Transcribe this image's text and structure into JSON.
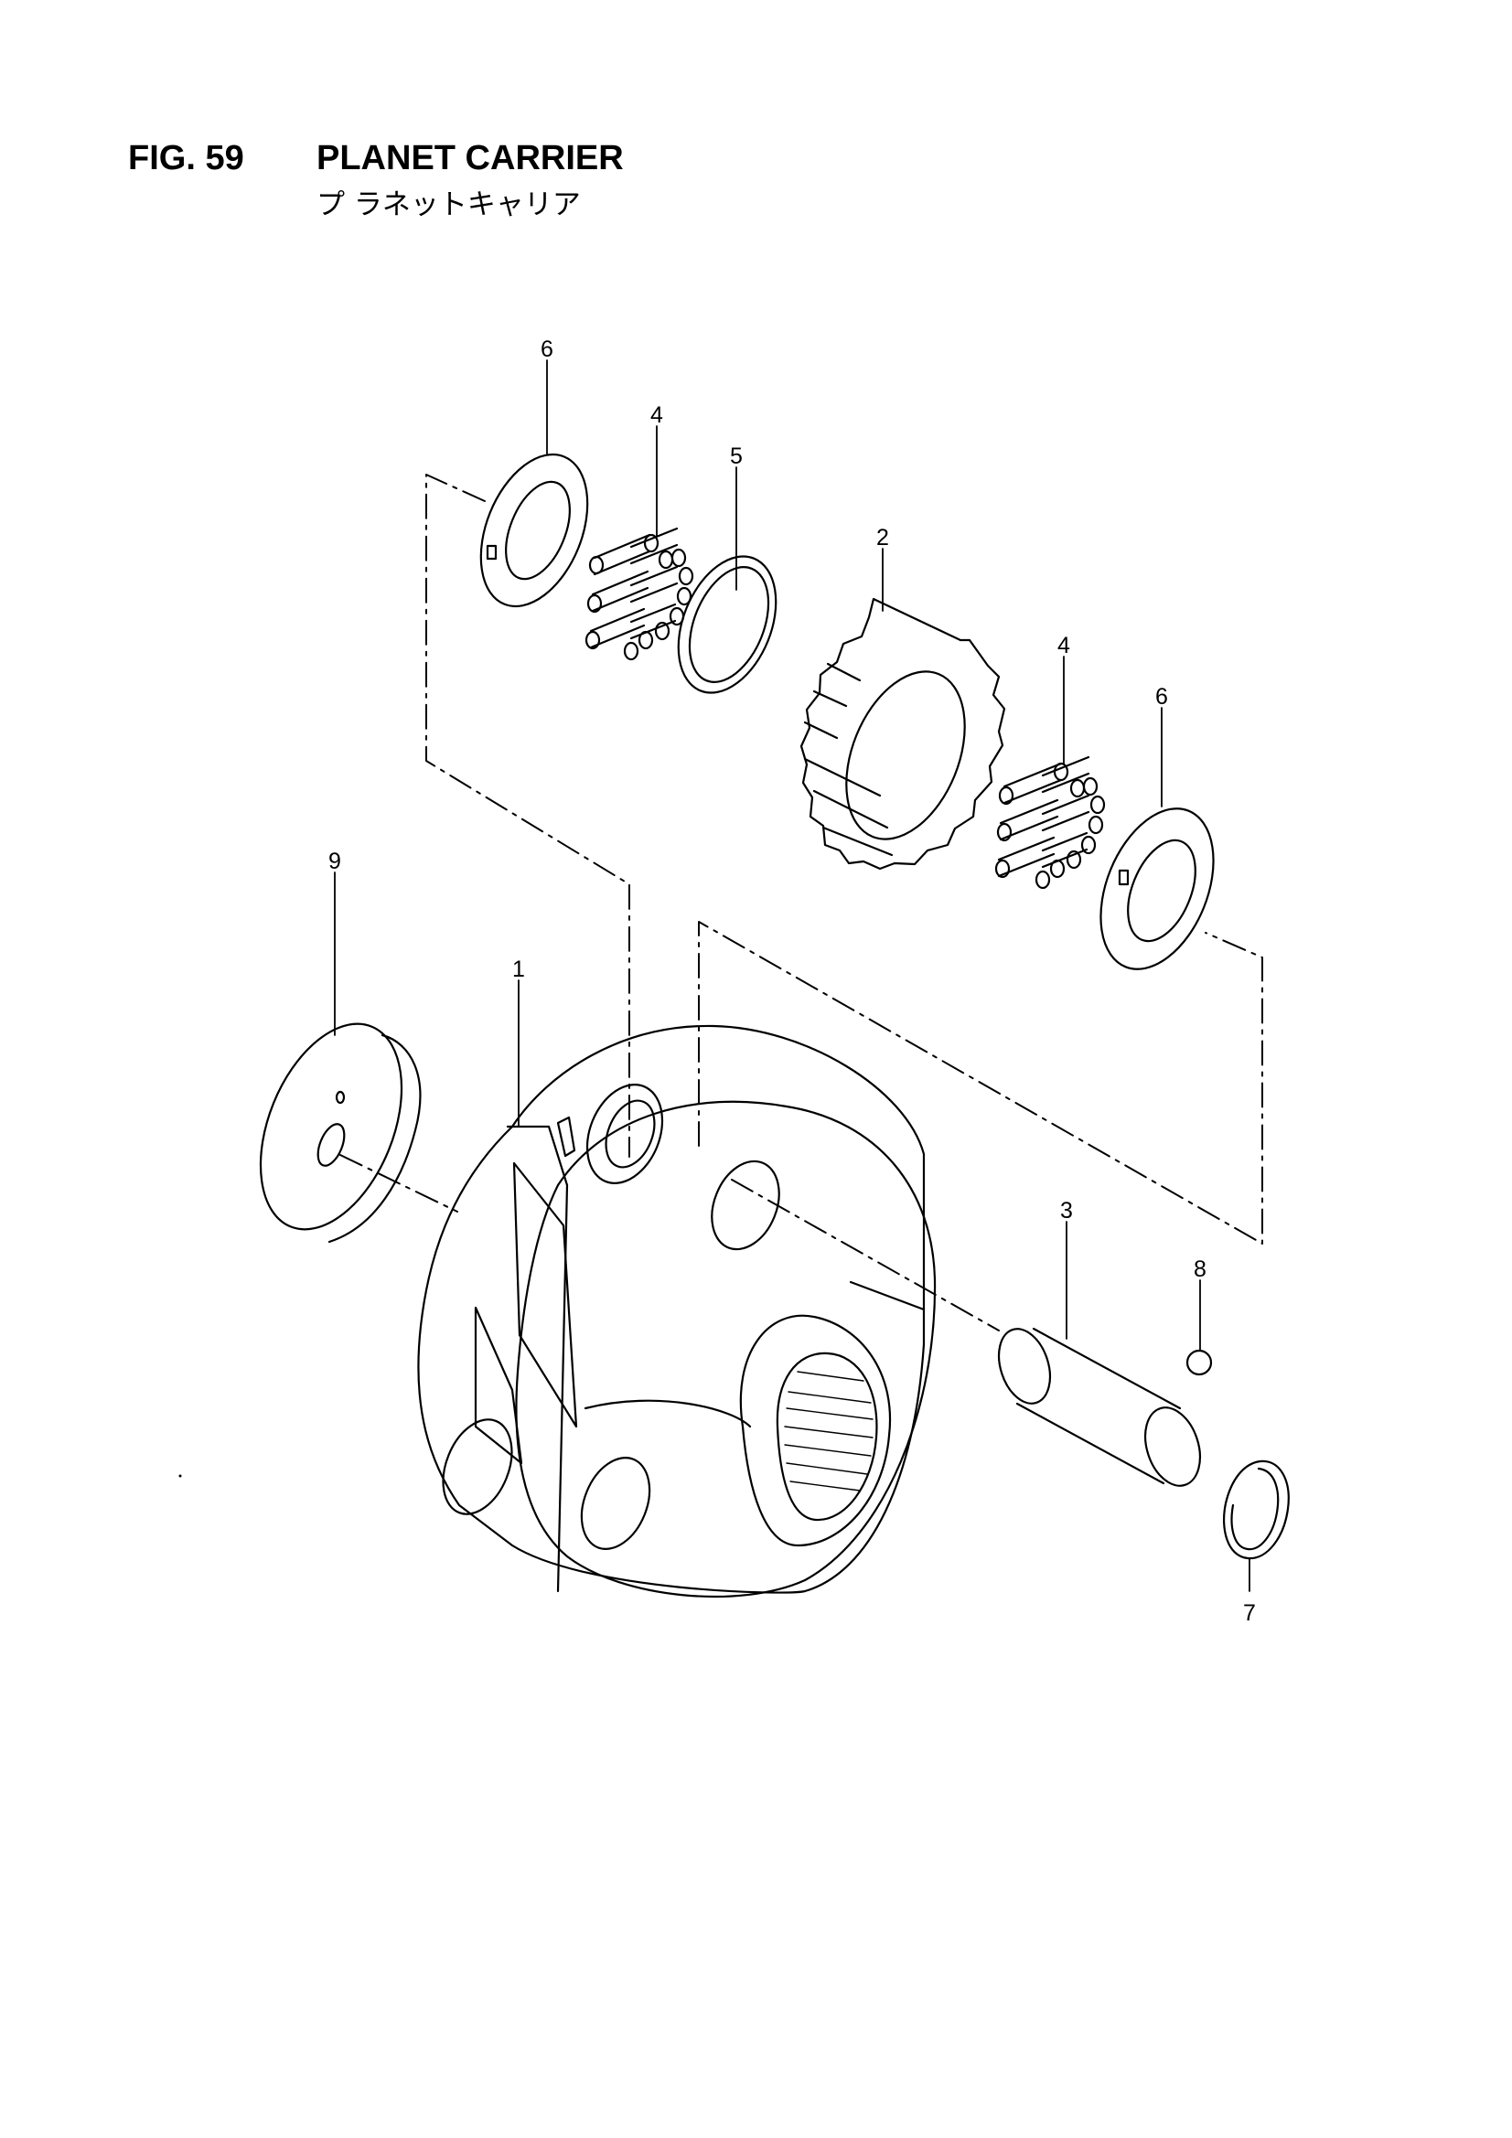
{
  "figure": {
    "number": "FIG. 59",
    "title": "PLANET CARRIER",
    "subtitle": "プ ラネットキャリア"
  },
  "callouts": [
    {
      "id": "c6a",
      "label": "6"
    },
    {
      "id": "c4a",
      "label": "4"
    },
    {
      "id": "c5",
      "label": "5"
    },
    {
      "id": "c2",
      "label": "2"
    },
    {
      "id": "c4b",
      "label": "4"
    },
    {
      "id": "c6b",
      "label": "6"
    },
    {
      "id": "c9",
      "label": "9"
    },
    {
      "id": "c1",
      "label": "1"
    },
    {
      "id": "c3",
      "label": "3"
    },
    {
      "id": "c8",
      "label": "8"
    },
    {
      "id": "c7",
      "label": "7"
    }
  ]
}
